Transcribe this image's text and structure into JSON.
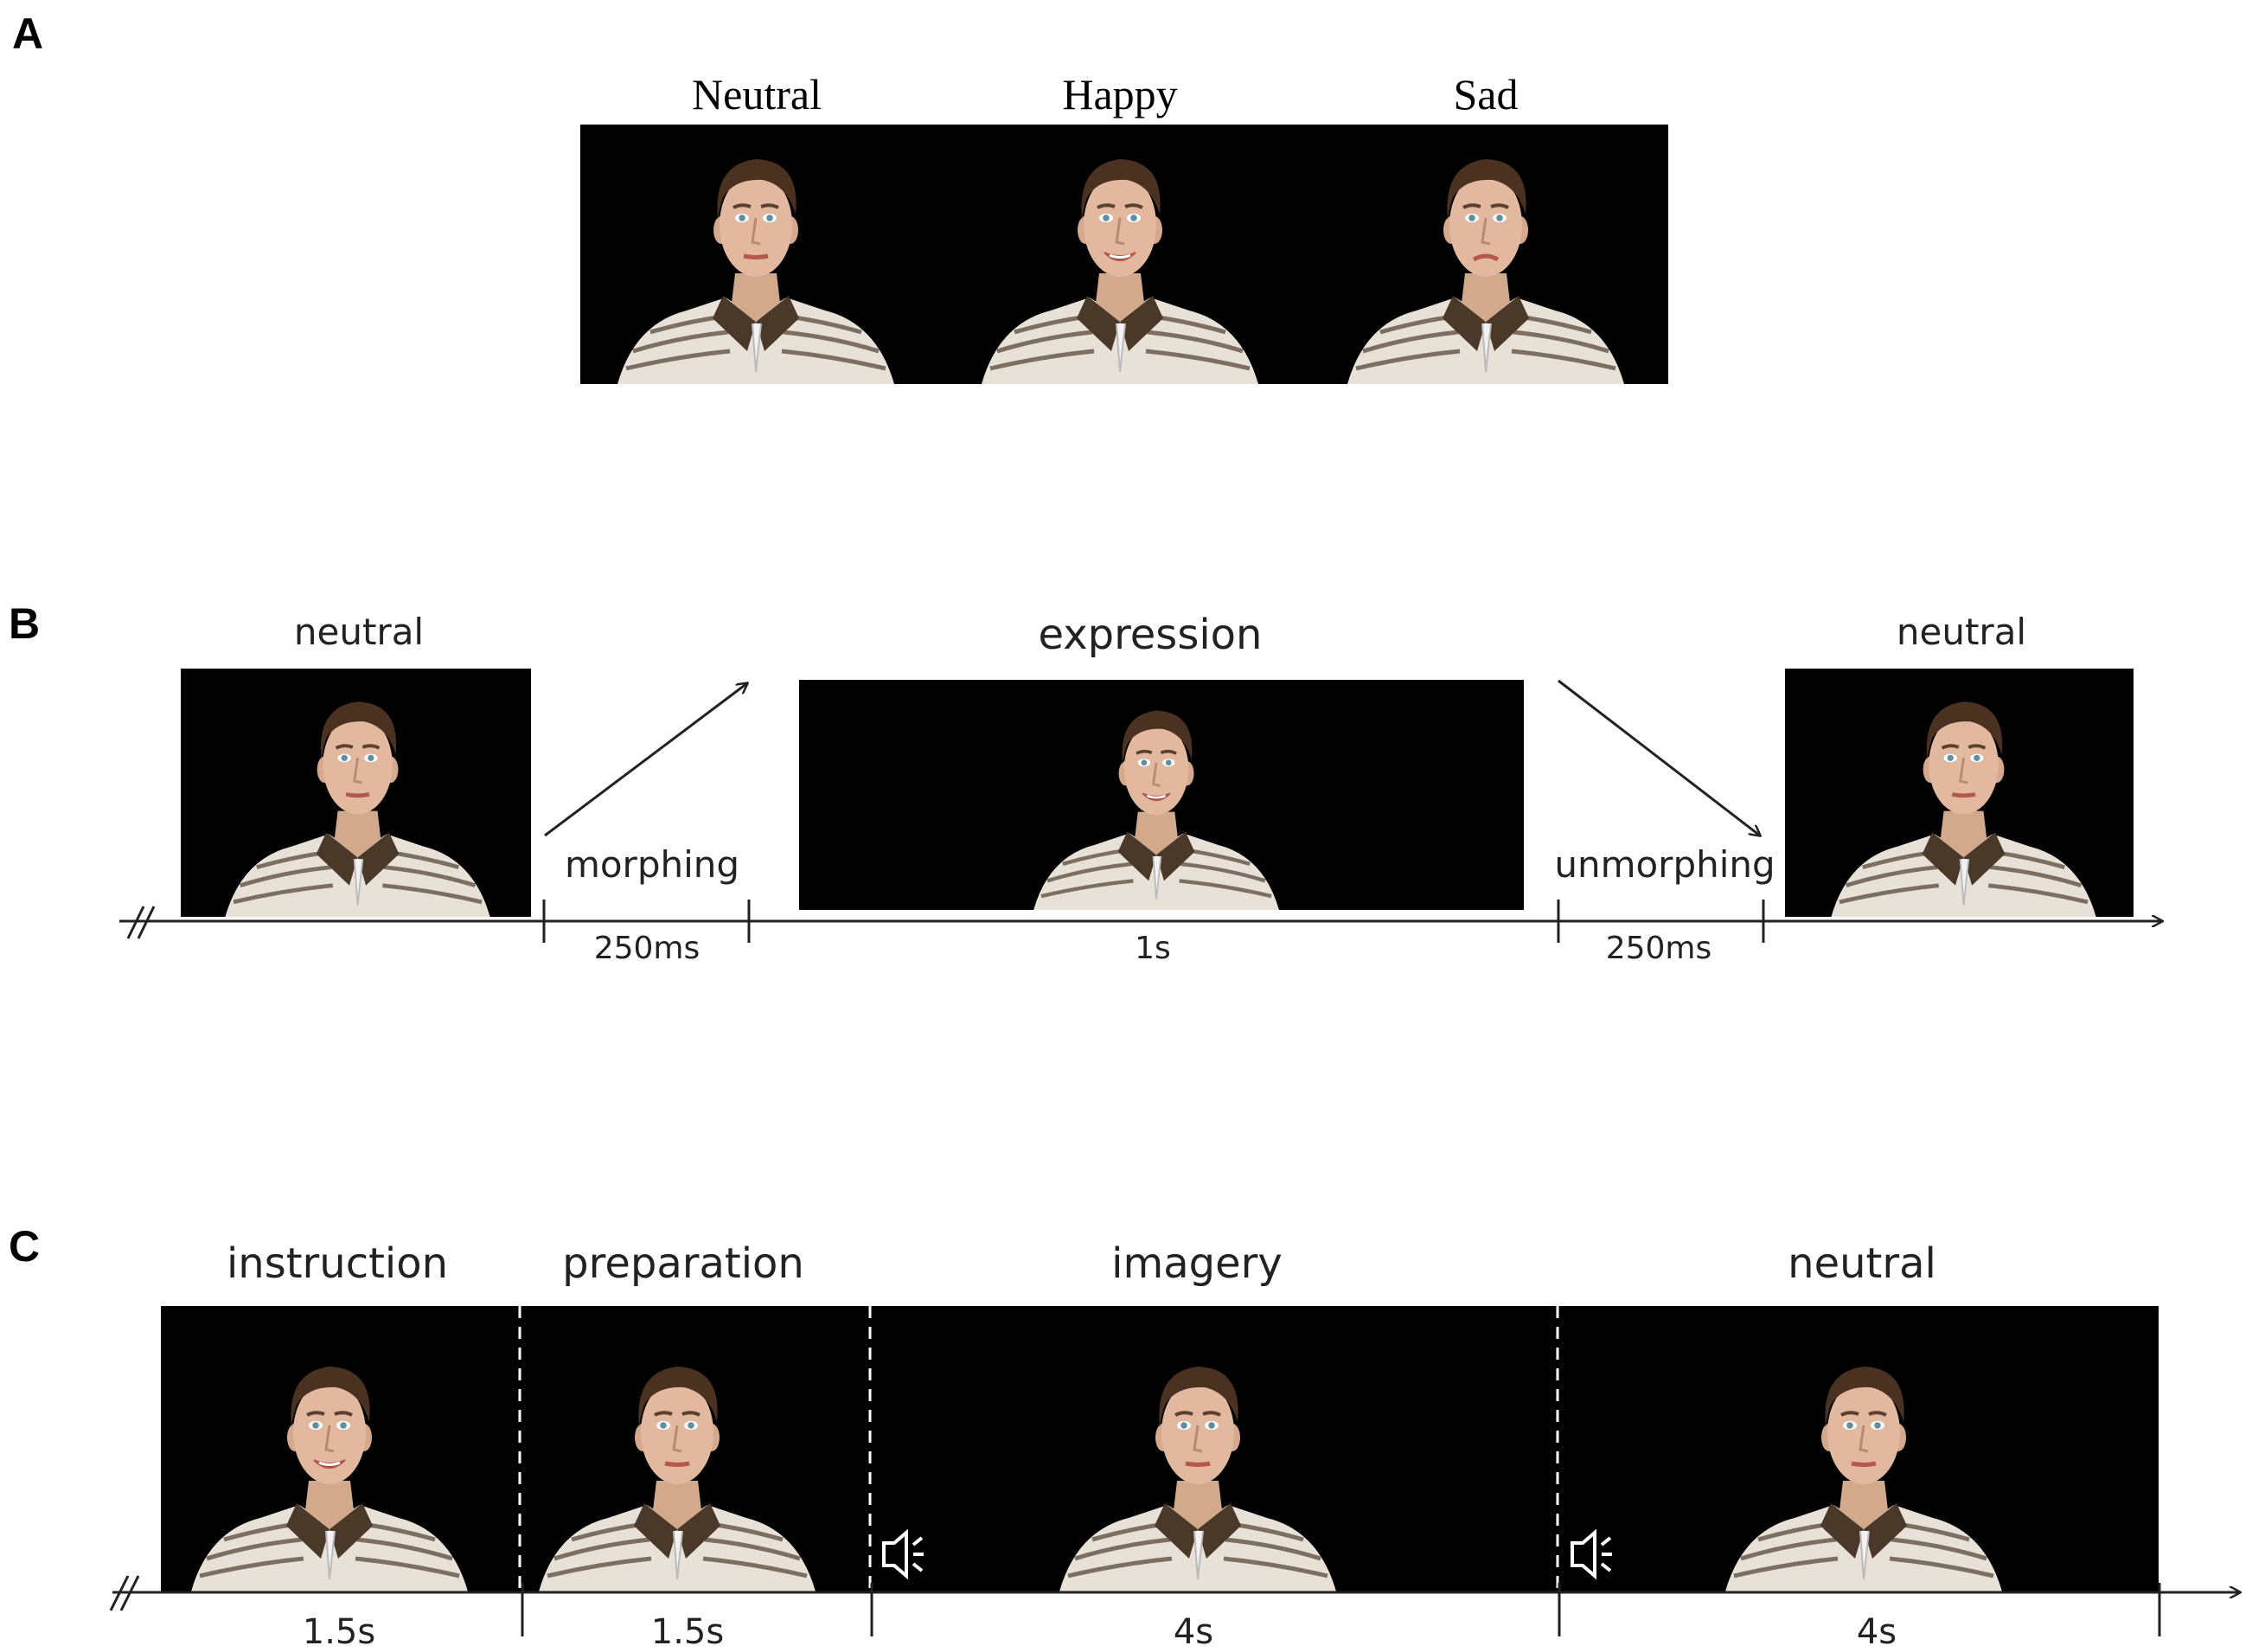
{
  "panels": {
    "a": {
      "letter": "A",
      "labels": [
        "Neutral",
        "Happy",
        "Sad"
      ],
      "faces": [
        "neutral",
        "happy",
        "sad"
      ]
    },
    "b": {
      "letter": "B",
      "start_label": "neutral",
      "mid_label": "expression",
      "end_label": "neutral",
      "morph_label": "morphing",
      "unmorph_label": "unmorphing",
      "durations": [
        "250ms",
        "1s",
        "250ms"
      ],
      "faces": [
        "neutral",
        "happy",
        "neutral"
      ]
    },
    "c": {
      "letter": "C",
      "phases": [
        "instruction",
        "preparation",
        "imagery",
        "neutral"
      ],
      "durations": [
        "1.5s",
        "1.5s",
        "4s",
        "4s"
      ],
      "faces": [
        "happy",
        "neutral",
        "neutral",
        "neutral"
      ],
      "audio_icons": [
        "speaker-icon",
        "speaker-icon"
      ]
    }
  }
}
